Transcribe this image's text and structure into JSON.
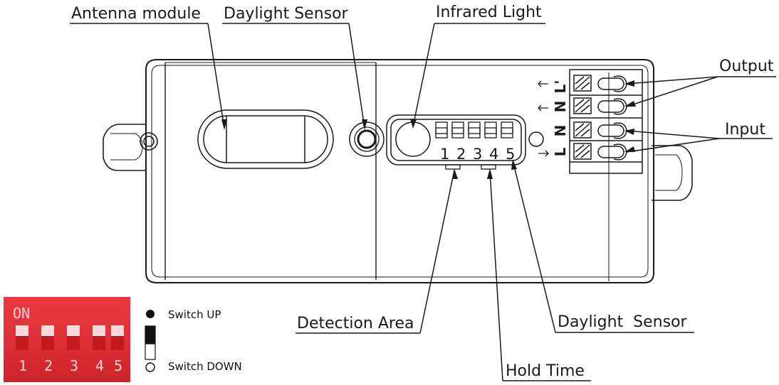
{
  "labels": {
    "antenna": "Antenna module",
    "daylight_top": "Daylight Sensor",
    "infrared": "Infrared Light",
    "output": "Output",
    "input": "Input",
    "detection": "Detection Area",
    "hold": "Hold Time",
    "daylight_bottom": "Daylight  Sensor"
  },
  "terminals": [
    "L'",
    "N",
    "N",
    "L"
  ],
  "dip_numbers": [
    "1",
    "2",
    "3",
    "4",
    "5"
  ],
  "legend": {
    "up": "Switch UP",
    "down": "Switch DOWN"
  },
  "photo": {
    "on_text": "ON",
    "numbers": [
      "1",
      "2",
      "3",
      "4",
      "5"
    ],
    "color": "#e8272f"
  }
}
